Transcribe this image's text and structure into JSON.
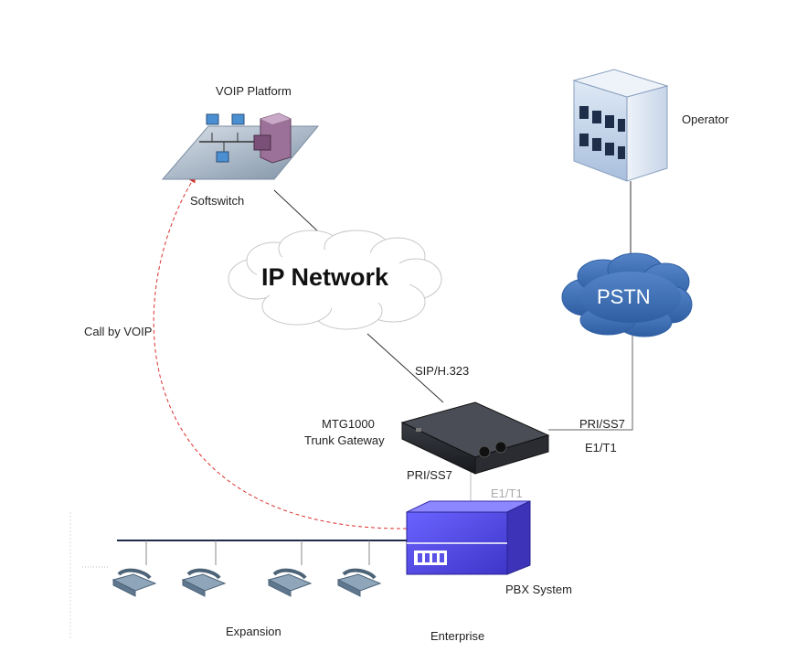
{
  "labels": {
    "voip_platform": "VOIP Platform",
    "softswitch": "Softswitch",
    "operator": "Operator",
    "ip_network": "IP Network",
    "pstn": "PSTN",
    "call_by_voip": "Call by VOIP",
    "sip_h323": "SIP/H.323",
    "gateway_name": "MTG1000",
    "gateway_desc": "Trunk Gateway",
    "pri_ss7_right": "PRI/SS7",
    "e1t1_right": "E1/T1",
    "pri_ss7_bottom": "PRI/SS7",
    "e1t1_bottom": "E1/T1",
    "pbx_system": "PBX System",
    "expansion": "Expansion",
    "enterprise": "Enterprise"
  },
  "colors": {
    "cloud_ip": "#ffffff",
    "cloud_pstn": "#3f6fb5",
    "pbx": "#5b52e8",
    "building": "#b9cde8",
    "platform": "#95a6b8",
    "call_path": "#d9302e"
  }
}
